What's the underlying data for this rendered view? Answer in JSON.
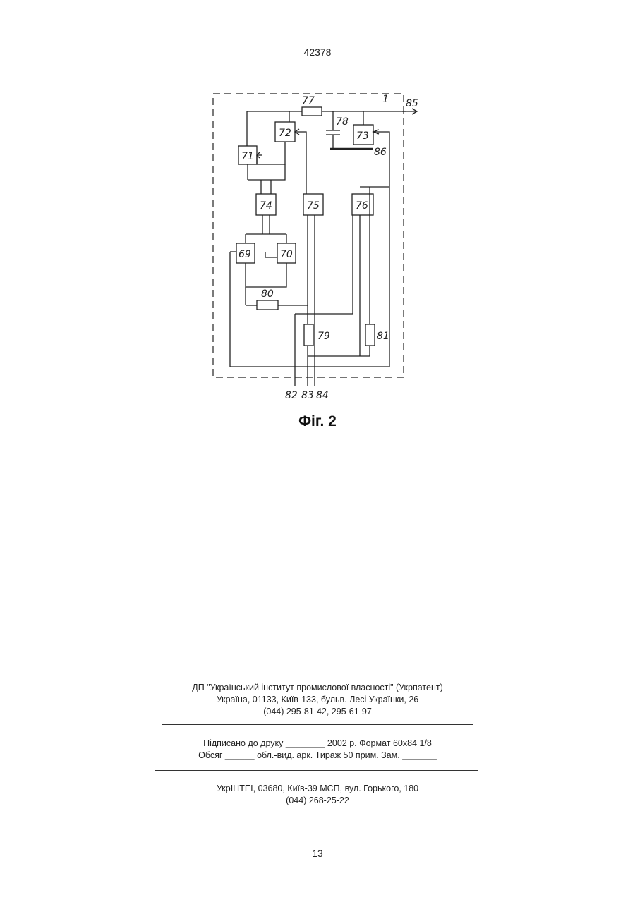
{
  "header": {
    "doc_number": "42378"
  },
  "figure": {
    "caption": "Фіг. 2",
    "labels": {
      "b1": "1",
      "b69": "69",
      "b70": "70",
      "b71": "71",
      "b72": "72",
      "b73": "73",
      "b74": "74",
      "b75": "75",
      "b76": "76",
      "b77": "77",
      "b78": "78",
      "b79": "79",
      "b80": "80",
      "b81": "81",
      "b82": "82",
      "b83": "83",
      "b84": "84",
      "b85": "85",
      "b86": "86"
    }
  },
  "imprint": {
    "org_line": "ДП \"Український інститут промислової власності\" (Укрпатент)",
    "address_line": "Україна, 01133, Київ-133, бульв. Лесі Українки, 26",
    "phone_line": "(044) 295-81-42, 295-61-97",
    "signed_line": "Підписано до друку ________ 2002 р.     Формат 60х84 1/8",
    "volume_line": "Обсяг ______ обл.-вид. арк.   Тираж 50 прим.     Зам. _______",
    "printer_line": "УкрІНТЕІ, 03680, Київ-39 МСП, вул. Горького, 180",
    "printer_phone": "(044) 268-25-22"
  },
  "footer": {
    "page_number": "13"
  }
}
